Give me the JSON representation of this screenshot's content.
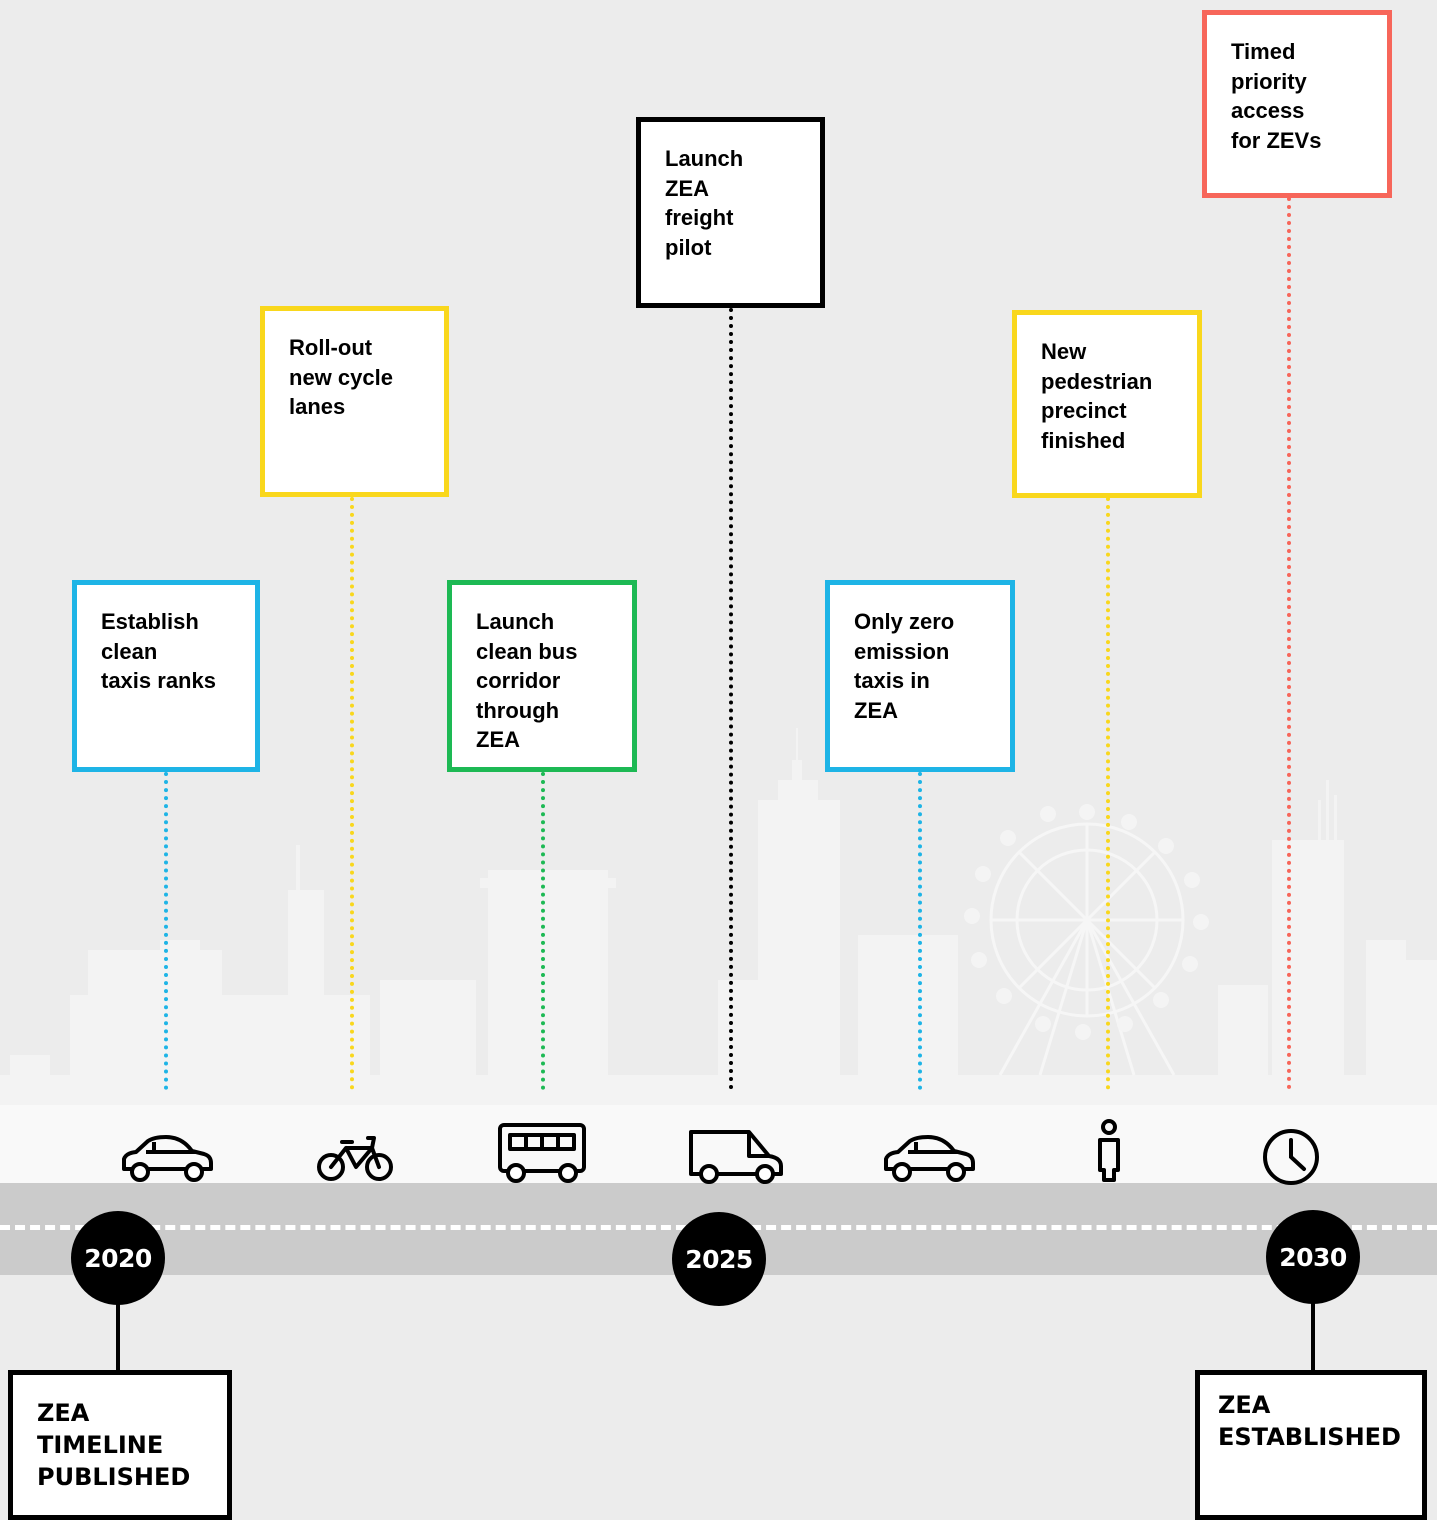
{
  "milestones": [
    {
      "id": "establish-clean-taxi-ranks",
      "lines": [
        "Establish",
        "clean",
        "taxis ranks"
      ],
      "color": "#1eb4e6",
      "icon": "car-icon"
    },
    {
      "id": "roll-out-cycle-lanes",
      "lines": [
        "Roll-out",
        "new cycle",
        "lanes"
      ],
      "color": "#f9d71c",
      "icon": "bicycle-icon"
    },
    {
      "id": "clean-bus-corridor",
      "lines": [
        "Launch",
        "clean bus",
        "corridor",
        "through",
        "ZEA"
      ],
      "color": "#1db954",
      "icon": "bus-icon"
    },
    {
      "id": "freight-pilot",
      "lines": [
        "Launch",
        "ZEA",
        "freight",
        "pilot"
      ],
      "color": "#000000",
      "icon": "van-icon"
    },
    {
      "id": "zero-emission-taxis",
      "lines": [
        "Only zero",
        "emission",
        "taxis in",
        "ZEA"
      ],
      "color": "#1eb4e6",
      "icon": "car-icon"
    },
    {
      "id": "pedestrian-precinct",
      "lines": [
        "New",
        "pedestrian",
        "precinct",
        "finished"
      ],
      "color": "#f9d71c",
      "icon": "pedestrian-icon"
    },
    {
      "id": "timed-priority-access",
      "lines": [
        "Timed",
        "priority",
        "access",
        "for ZEVs"
      ],
      "color": "#f7665a",
      "icon": "clock-icon"
    }
  ],
  "years": [
    "2020",
    "2025",
    "2030"
  ],
  "start_box": {
    "lines": [
      "ZEA",
      "TIMELINE",
      "PUBLISHED"
    ]
  },
  "end_box": {
    "lines": [
      "ZEA",
      "ESTABLISHED"
    ]
  }
}
